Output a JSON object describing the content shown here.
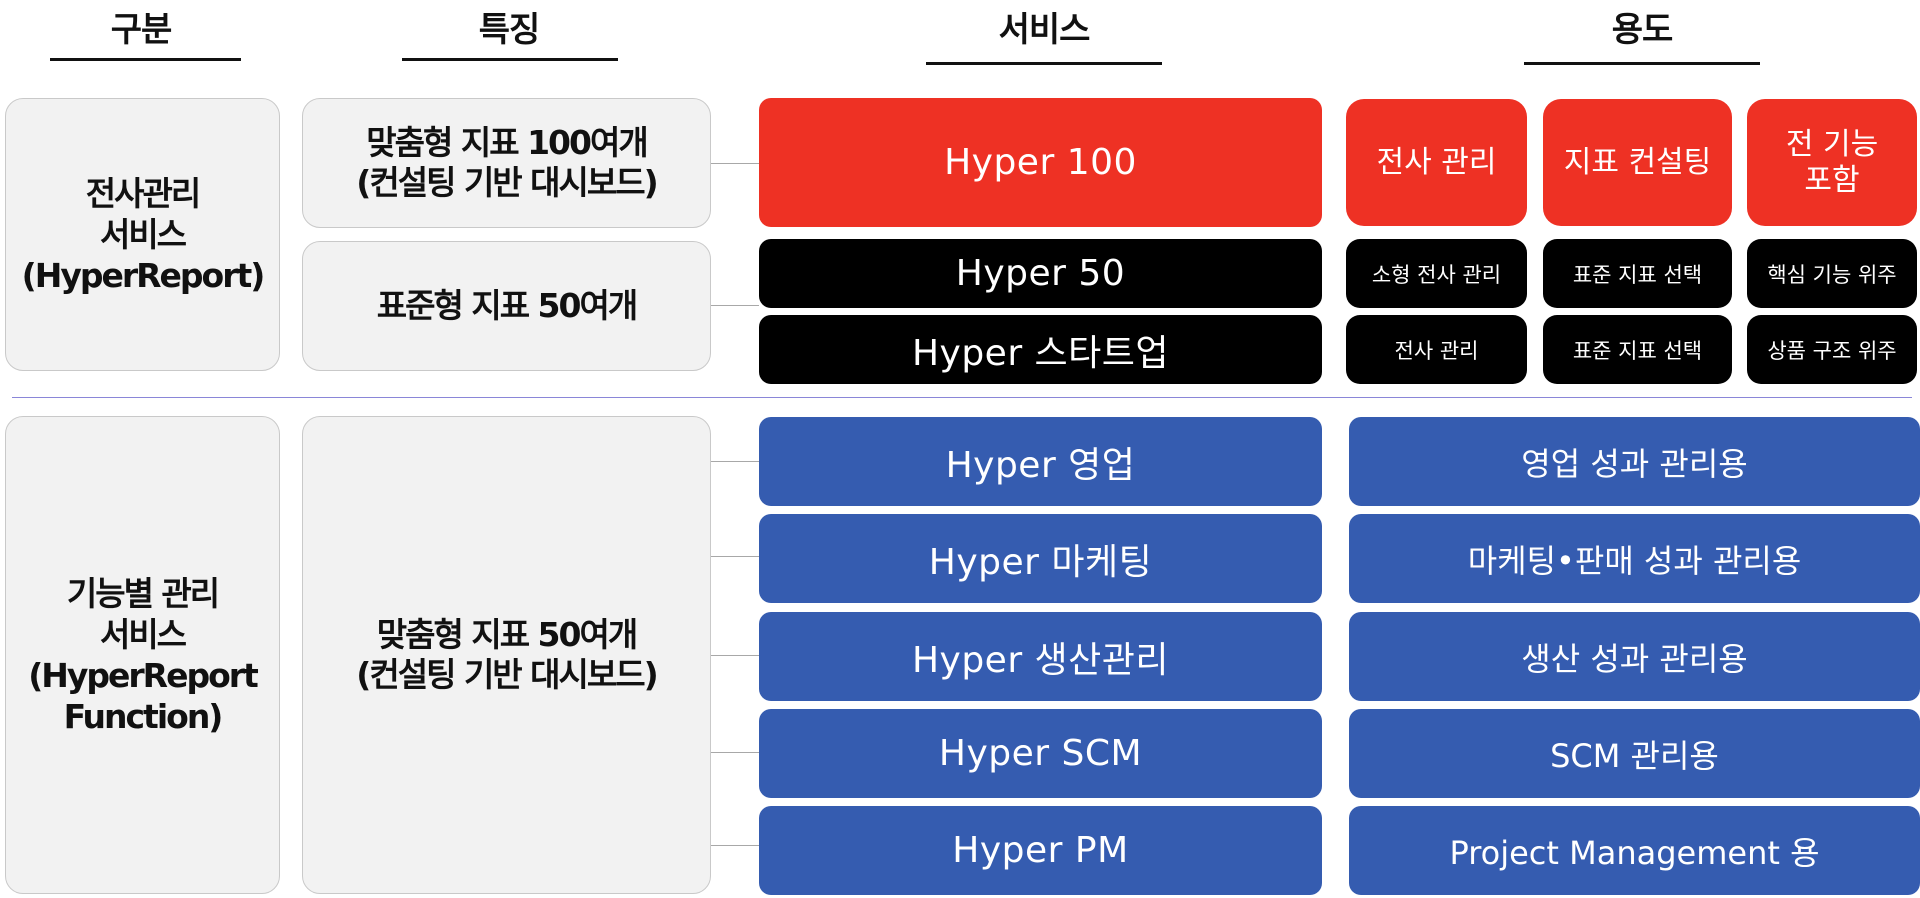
{
  "headers": {
    "category": "구분",
    "feature": "특징",
    "service": "서비스",
    "usage": "용도"
  },
  "colors": {
    "red": "#ee3124",
    "black": "#000000",
    "blue": "#355cb0",
    "grey_box": "#f2f2f2",
    "divider": "#8a86d8"
  },
  "group1": {
    "category": "전사관리\n서비스\n(HyperReport)",
    "features": [
      "맞춤형 지표 100여개\n(컨설팅 기반 대시보드)",
      "표준형 지표 50여개"
    ],
    "services": [
      "Hyper 100",
      "Hyper 50",
      "Hyper 스타트업"
    ],
    "usage": [
      [
        "전사 관리",
        "지표 컨설팅",
        "전 기능\n포함"
      ],
      [
        "소형 전사 관리",
        "표준 지표 선택",
        "핵심 기능 위주"
      ],
      [
        "전사 관리",
        "표준 지표 선택",
        "상품 구조 위주"
      ]
    ]
  },
  "group2": {
    "category": "기능별 관리\n서비스\n(HyperReport\nFunction)",
    "feature": "맞춤형 지표 50여개\n(컨설팅 기반 대시보드)",
    "services": [
      "Hyper 영업",
      "Hyper 마케팅",
      "Hyper 생산관리",
      "Hyper SCM",
      "Hyper PM"
    ],
    "usage": [
      "영업 성과 관리용",
      "마케팅•판매 성과 관리용",
      "생산 성과 관리용",
      "SCM 관리용",
      "Project Management 용"
    ]
  }
}
